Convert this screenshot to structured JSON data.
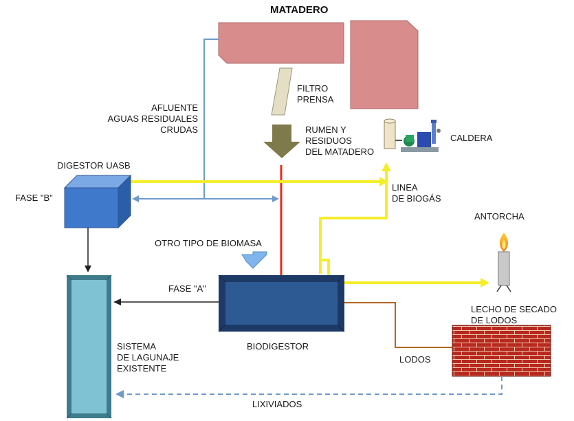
{
  "title": "MATADERO",
  "labels": {
    "filtro": "FILTRO\nPRENSA",
    "afluente": "AFLUENTE\nAGUAS RESIDUALES\nCRUDAS",
    "rumen": "RUMEN Y\nRESIDUOS\nDEL MATADERO",
    "caldera": "CALDERA",
    "digestor": "DIGESTOR UASB",
    "fase_b": "FASE \"B\"",
    "linea": "LINEA\nDE BIOGÁS",
    "antorcha": "ANTORCHA",
    "otro": "OTRO TIPO DE BIOMASA",
    "fase_a": "FASE \"A\"",
    "lecho": "LECHO DE SECADO\nDE LODOS",
    "biodigestor": "BIODIGESTOR",
    "lodos": "LODOS",
    "sistema": "SISTEMA\nDE LAGUNAJE\nEXISTENTE",
    "lixiviados": "LIXIVIADOS"
  },
  "colors": {
    "matadero": "#d98c8c",
    "filtro": "#e3dec4",
    "rumen_arrow": "#7f7a4c",
    "digestor": "#3f79cc",
    "biodigestor": "#2e5a94",
    "laguna": "#7ec2d4",
    "biogas": "#f4ee2a",
    "red_line": "#ee2a1e",
    "effluent_line": "#6f9acb",
    "lodos_line": "#b5651d",
    "brick": "#b52a1e"
  }
}
